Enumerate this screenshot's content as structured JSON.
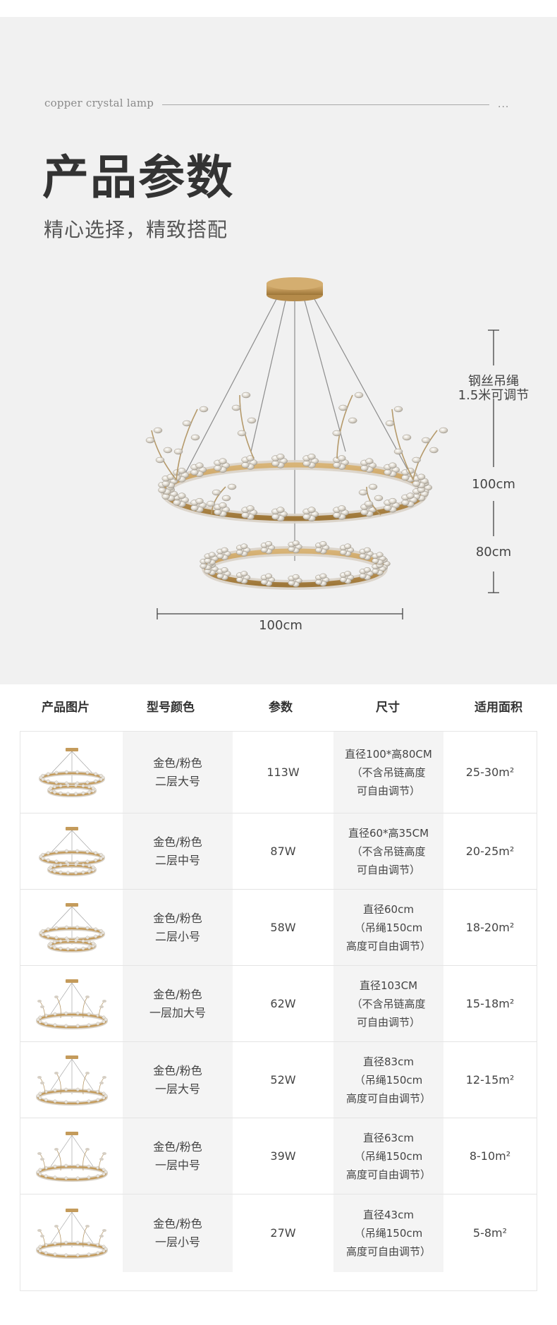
{
  "header": {
    "tagline": "copper crystal lamp",
    "dots": "...",
    "title": "产品参数",
    "subtitle": "精心选择，精致搭配"
  },
  "dimensions": {
    "width_label": "100cm",
    "wire_label_1": "钢丝吊绳",
    "wire_label_2": "1.5米可调节",
    "height_outer": "100cm",
    "height_inner": "80cm"
  },
  "table": {
    "headers": [
      "产品图片",
      "型号颜色",
      "参数",
      "尺寸",
      "适用面积"
    ],
    "rows": [
      {
        "color": "金色/粉色",
        "model": "二层大号",
        "power": "113W",
        "size": [
          "直径100*高80CM",
          "（不含吊链高度",
          "可自由调节）"
        ],
        "area": "25-30m²",
        "tiers": 2
      },
      {
        "color": "金色/粉色",
        "model": "二层中号",
        "power": "87W",
        "size": [
          "直径60*高35CM",
          "（不含吊链高度",
          "可自由调节）"
        ],
        "area": "20-25m²",
        "tiers": 2
      },
      {
        "color": "金色/粉色",
        "model": "二层小号",
        "power": "58W",
        "size": [
          "直径60cm",
          "（吊绳150cm",
          "高度可自由调节）"
        ],
        "area": "18-20m²",
        "tiers": 2
      },
      {
        "color": "金色/粉色",
        "model": "一层加大号",
        "power": "62W",
        "size": [
          "直径103CM",
          "（不含吊链高度",
          "可自由调节）"
        ],
        "area": "15-18m²",
        "tiers": 1
      },
      {
        "color": "金色/粉色",
        "model": "一层大号",
        "power": "52W",
        "size": [
          "直径83cm",
          "（吊绳150cm",
          "高度可自由调节）"
        ],
        "area": "12-15m²",
        "tiers": 1
      },
      {
        "color": "金色/粉色",
        "model": "一层中号",
        "power": "39W",
        "size": [
          "直径63cm",
          "（吊绳150cm",
          "高度可自由调节）"
        ],
        "area": "8-10m²",
        "tiers": 1
      },
      {
        "color": "金色/粉色",
        "model": "一层小号",
        "power": "27W",
        "size": [
          "直径43cm",
          "（吊绳150cm",
          "高度可自由调节）"
        ],
        "area": "5-8m²",
        "tiers": 1
      }
    ]
  },
  "colors": {
    "hero_bg": "#f1f1f1",
    "gold": "#c9a063",
    "gold_dark": "#a9803f",
    "crystal": "#d8d3cb"
  }
}
